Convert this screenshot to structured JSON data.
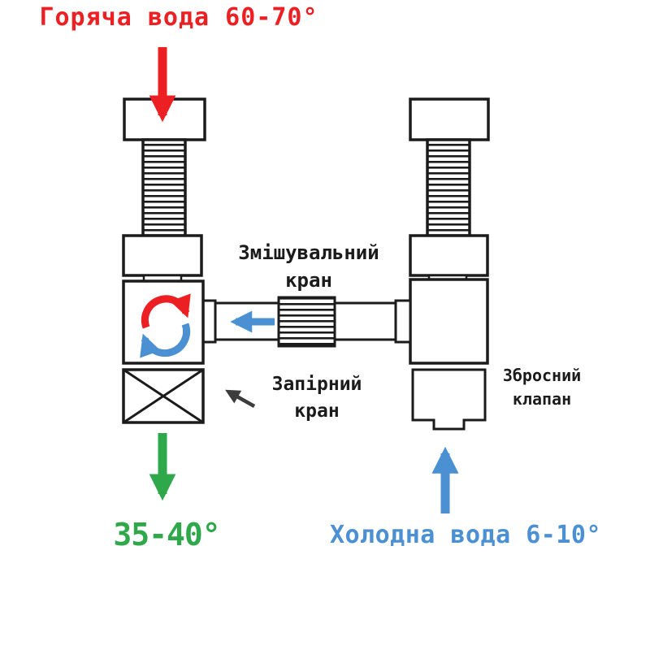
{
  "diagram": {
    "labels": {
      "hot_water": "Горяча вода 60-70°",
      "mixed_water": "35-40°",
      "cold_water": "Холодна вода 6-10°",
      "mixing_valve_line1": "Змішувальний",
      "mixing_valve_line2": "кран",
      "shutoff_valve_line1": "Запірний",
      "shutoff_valve_line2": "кран",
      "relief_valve_line1": "Збросний",
      "relief_valve_line2": "клапан"
    },
    "colors": {
      "hot": "#ec1f22",
      "mixed": "#2fa84c",
      "cold": "#4a90d2",
      "line": "#1b1b1b",
      "pointer": "#3c3c3c"
    }
  }
}
